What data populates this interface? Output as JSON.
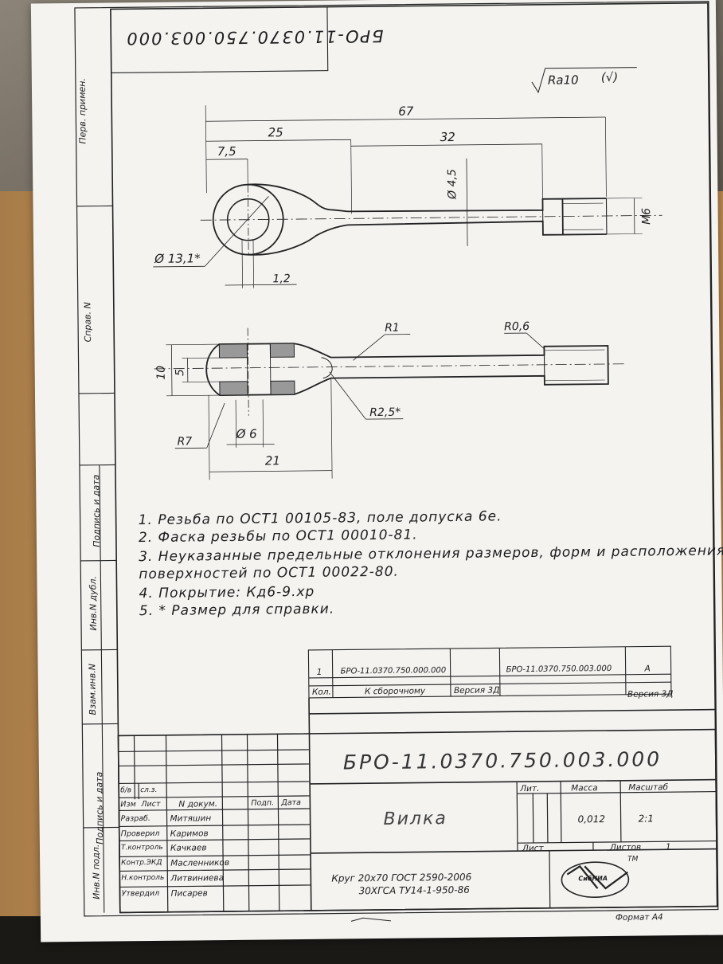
{
  "stamp_code": "БРО-11.0370.750.003.000",
  "roughness": "Ra10",
  "side_labels": [
    "Перв. примен.",
    "Справ. N",
    "Подпись и дата",
    "Инв.N дубл.",
    "Взам.инв.N",
    "Подпись и дата",
    "Инв.N подл."
  ],
  "dims": {
    "d67": "67",
    "d25": "25",
    "d32": "32",
    "d7_5": "7,5",
    "d4_5": "Ø 4,5",
    "m6": "M6",
    "d13_1": "Ø 13,1*",
    "d1_2": "1,2",
    "r1": "R1",
    "r0_6": "R0,6",
    "d10": "10",
    "d5": "5",
    "r2_5": "R2,5*",
    "r7": "R7",
    "d6": "Ø 6",
    "d21": "21"
  },
  "notes": [
    "1. Резьба по ОСТ1 00105-83, поле допуска 6е.",
    "2. Фаска резьбы по ОСТ1 00010-81.",
    "3. Неуказанные предельные отклонения размеров, форм и расположения",
    "поверхностей по ОСТ1 00022-80.",
    "4. Покрытие: Кд6-9.хр",
    "5. * Размер для справки."
  ],
  "spec_table": {
    "qty": "1",
    "doc1": "БРО-11.0370.750.000.000",
    "doc2": "БРО-11.0370.750.003.000",
    "lit": "А",
    "col_kol": "Кол.",
    "col_to": "К сборочному",
    "col_ver": "Версия 3Д",
    "col_ver2": "Версия 3Д"
  },
  "title_block": {
    "designation": "БРО-11.0370.750.003.000",
    "name": "Вилка",
    "material_1": "Круг 20х70 ГОСТ 2590-2006",
    "material_2": "30ХГСА ТУ14-1-950-86",
    "lit_label": "Лит.",
    "mass_label": "Масса",
    "scale_label": "Масштаб",
    "mass": "0,012",
    "scale": "2:1",
    "sheet_label": "Лист",
    "sheets_label": "Листов",
    "sheets": "1",
    "format": "Формат А4",
    "logo": "СибНИА",
    "tm": "TM",
    "head": [
      "Изм",
      "Лист",
      "N докум.",
      "Подп.",
      "Дата"
    ],
    "small_head": [
      "б/в",
      "сл.з."
    ],
    "roles": [
      {
        "role": "Разраб.",
        "name": "Митяшин"
      },
      {
        "role": "Проверил",
        "name": "Каримов"
      },
      {
        "role": "Т.контроль",
        "name": "Качкаев"
      },
      {
        "role": "Контр.ЭКД",
        "name": "Масленников"
      },
      {
        "role": "Н.контроль",
        "name": "Литвиниева"
      },
      {
        "role": "Утвердил",
        "name": "Писарев"
      }
    ]
  }
}
